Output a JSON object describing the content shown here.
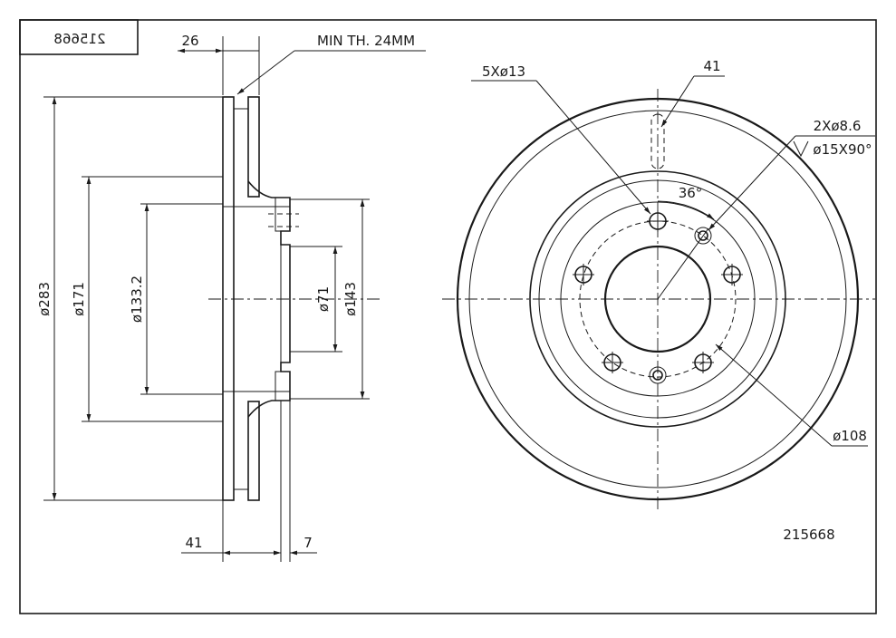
{
  "part_number_mirrored": "215668",
  "part_number": "215668",
  "dimensions": {
    "min_thickness": "MIN TH. 24MM",
    "thickness": "26",
    "outer_diameter": "ø283",
    "diameter_171": "ø171",
    "diameter_133": "ø133.2",
    "center_bore": "ø71",
    "hub_diameter": "ø143",
    "offset_41": "41",
    "hub_flange": "7",
    "bolt_holes": "5Xø13",
    "top_41": "41",
    "angle": "36°",
    "small_holes": "2Xø8.6",
    "countersink": "ø15X90°",
    "bolt_circle": "ø108"
  },
  "colors": {
    "line": "#1a1a1a",
    "background": "#ffffff"
  }
}
